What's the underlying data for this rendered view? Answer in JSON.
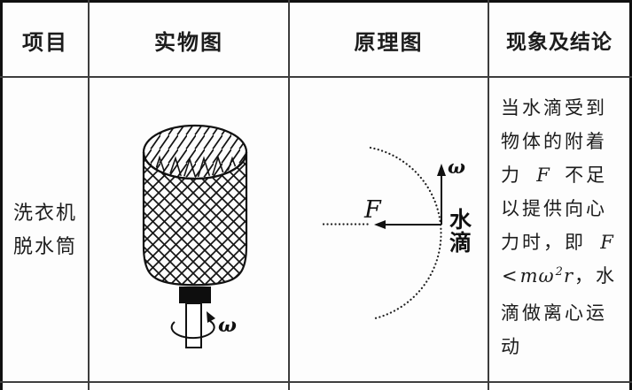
{
  "page": {
    "background": "#fdfdfd",
    "ink": "#1c1c1c",
    "grid_line_color": "#3d3d3d"
  },
  "table": {
    "headers": [
      {
        "label": "项目"
      },
      {
        "label": "实物图"
      },
      {
        "label": "原理图"
      },
      {
        "label": "现象及结论"
      }
    ],
    "row": {
      "item_lines": [
        "洗衣机",
        "脱水筒"
      ],
      "physical_diagram": {
        "omega_label": "ω"
      },
      "principle_diagram": {
        "force_label": "F",
        "omega_label": "ω",
        "water_drop_label": [
          "水",
          "滴"
        ]
      },
      "conclusion_lines": [
        [
          {
            "t": "当水滴受到"
          }
        ],
        [
          {
            "t": "物体的附着"
          }
        ],
        [
          {
            "t": "力 "
          },
          {
            "t": "F",
            "s": "math"
          },
          {
            "t": " 不足"
          }
        ],
        [
          {
            "t": "以提供向心"
          }
        ],
        [
          {
            "t": "力时，即 "
          },
          {
            "t": "F",
            "s": "math"
          }
        ],
        [
          {
            "t": "<",
            "s": "math"
          },
          {
            "t": "mω",
            "s": "math"
          },
          {
            "t": "2",
            "s": "sup"
          },
          {
            "t": "r",
            "s": "math"
          },
          {
            "t": "，水"
          }
        ],
        [
          {
            "t": "滴做离心运"
          }
        ],
        [
          {
            "t": "动"
          }
        ]
      ]
    }
  }
}
